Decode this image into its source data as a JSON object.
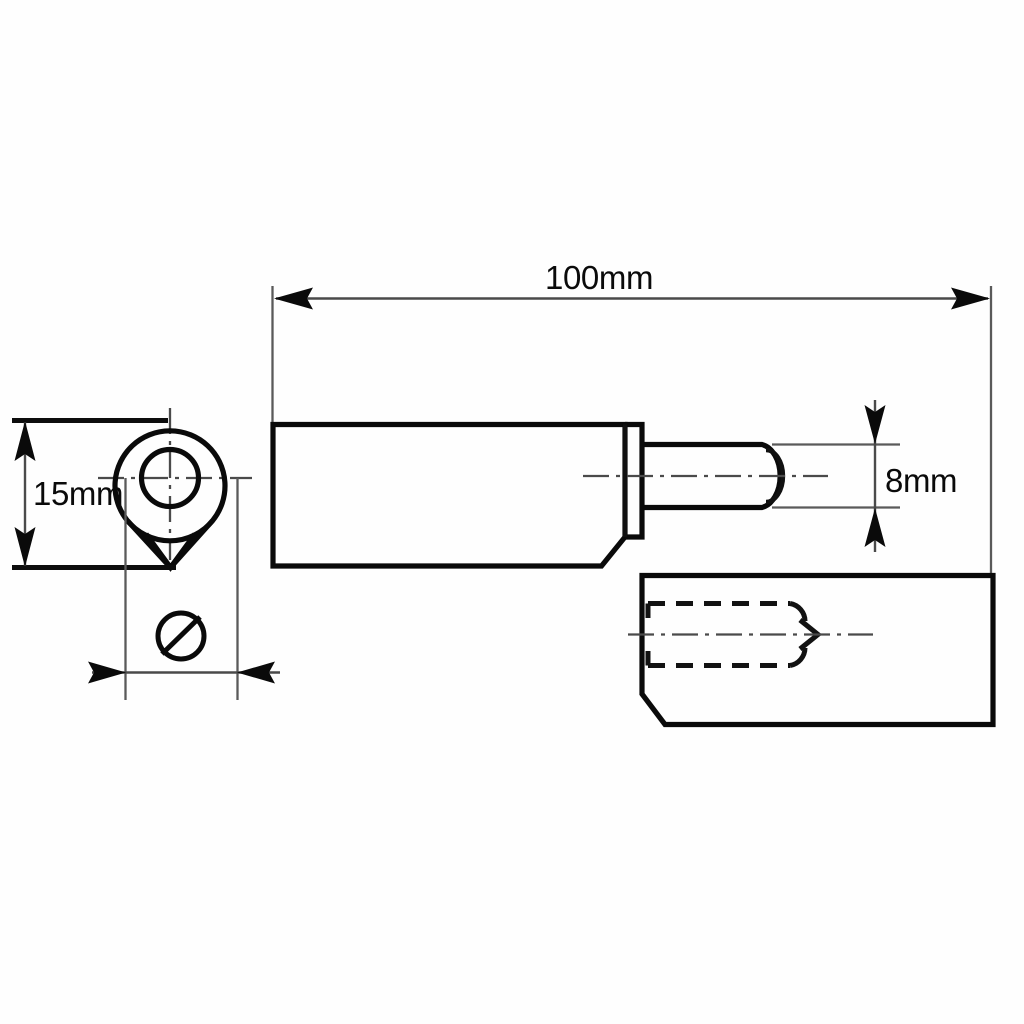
{
  "drawing": {
    "title": "Mechanical part technical drawing",
    "background_color": "#fefefe",
    "line_color": "#0a0a0a",
    "dimension_line_color": "#4a4a4a"
  },
  "dimensions": {
    "length": {
      "label": "100mm",
      "value": 100,
      "unit": "mm",
      "orientation": "horizontal",
      "applies_to": "overall-body-length"
    },
    "height": {
      "label": "15mm",
      "value": 15,
      "unit": "mm",
      "orientation": "vertical",
      "applies_to": "end-view-outer-diameter"
    },
    "shaft": {
      "label": "8mm",
      "value": 8,
      "unit": "mm",
      "orientation": "vertical",
      "applies_to": "pin-shaft-diameter"
    },
    "diameter_symbol": {
      "label": "Ø",
      "name": "diameter-symbol",
      "applies_to": "bore-diameter"
    }
  },
  "views": {
    "end_view": {
      "name": "end-view",
      "description": "Circular end view with central bore and pointed lower tip"
    },
    "side_view": {
      "name": "side-view",
      "description": "Side elevation of body with collar and projecting pin"
    },
    "mating_view": {
      "name": "mating-part-view",
      "description": "Mating block with hidden bore shown in dashed lines"
    }
  }
}
